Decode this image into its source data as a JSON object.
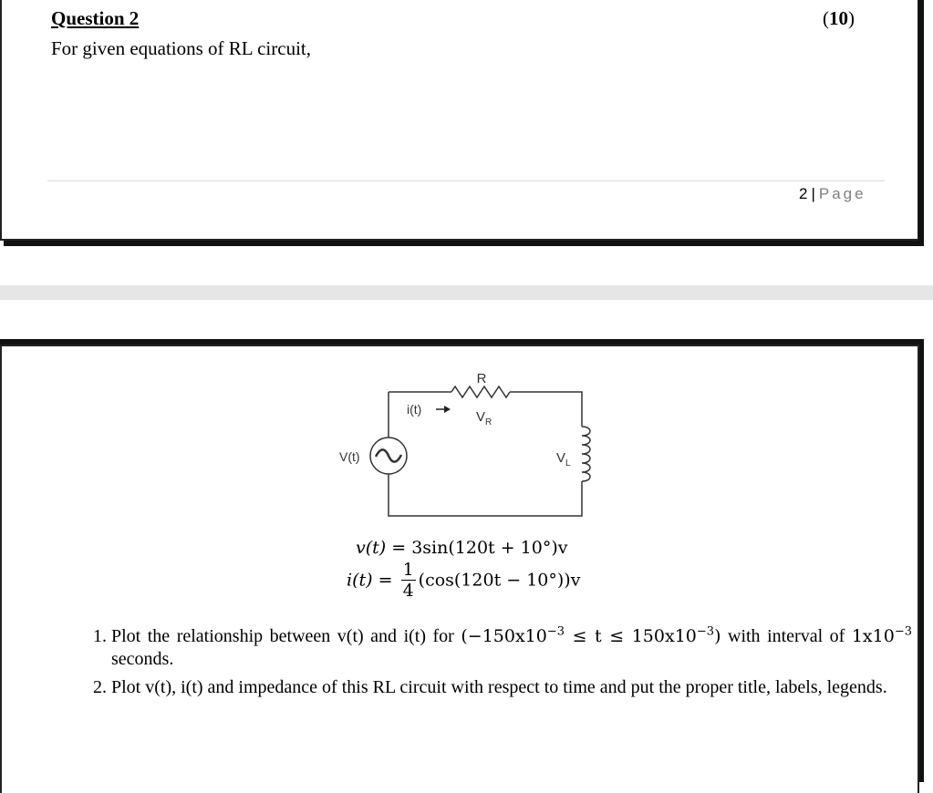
{
  "page1": {
    "question_title": "Question 2",
    "marks": "10",
    "marks_open": "(",
    "marks_close": ")",
    "intro": "For given equations of RL circuit,",
    "footer_page_number": "2",
    "footer_separator": "|",
    "footer_word": "Page"
  },
  "circuit": {
    "resistor_label": "R",
    "resistor_voltage_label": "V",
    "resistor_voltage_sub": "R",
    "current_label": "i(t)",
    "source_label": "V(t)",
    "inductor_voltage_label": "V",
    "inductor_voltage_sub": "L"
  },
  "equations": {
    "v_lhs": "v(t)",
    "v_rhs": "= 3sin(120t + 10°)v",
    "i_lhs": "i(t)",
    "i_eq": "=",
    "i_frac_num": "1",
    "i_frac_den": "4",
    "i_rhs": "(cos(120t − 10°))v"
  },
  "tasks": [
    {
      "text_a": "Plot the relationship between v(t) and i(t) for ",
      "math": "(−150x10",
      "exp1": "−3",
      "math_b": " ≤ t ≤ 150x10",
      "exp2": "−3",
      "math_c": ")",
      "text_b": " with interval of ",
      "math_d": "1x10",
      "exp3": "−3",
      "text_c": " seconds."
    },
    {
      "text": "Plot v(t), i(t) and impedance of this RL circuit with respect to time and put the proper title, labels, legends."
    }
  ]
}
